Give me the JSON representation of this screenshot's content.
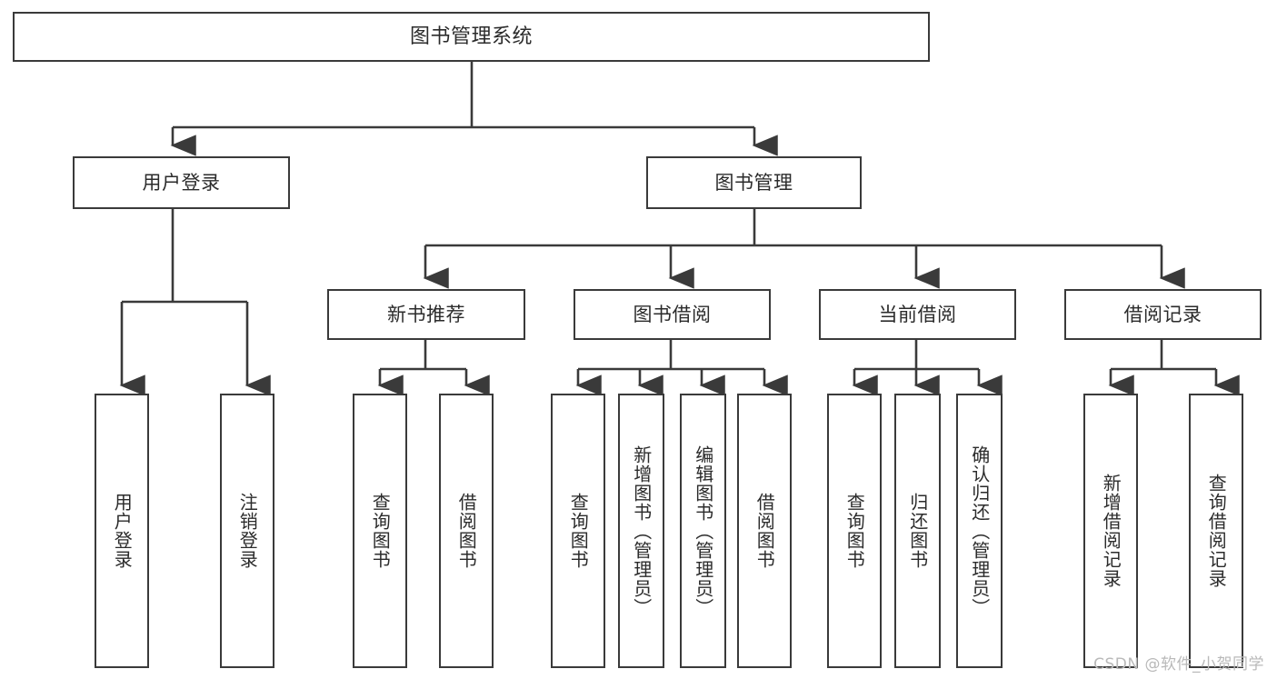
{
  "diagram": {
    "title": "图书管理系统",
    "watermark": "CSDN @软件_小贺同学",
    "colors": {
      "box_border": "#3a3a3a",
      "box_fill": "#ffffff",
      "line": "#3a3a3a",
      "text": "#2b2b2b",
      "watermark": "#b9b9b9",
      "background": "#ffffff"
    },
    "root": {
      "label": "图书管理系统"
    },
    "level2": [
      {
        "label": "用户登录"
      },
      {
        "label": "图书管理"
      }
    ],
    "level3": [
      {
        "label": "新书推荐"
      },
      {
        "label": "图书借阅"
      },
      {
        "label": "当前借阅"
      },
      {
        "label": "借阅记录"
      }
    ],
    "leaves": [
      {
        "label": "用户登录",
        "parent": "用户登录"
      },
      {
        "label": "注销登录",
        "parent": "用户登录"
      },
      {
        "label": "查询图书",
        "parent": "新书推荐"
      },
      {
        "label": "借阅图书",
        "parent": "新书推荐"
      },
      {
        "label": "查询图书",
        "parent": "图书借阅"
      },
      {
        "label": "新增图书（管理员）",
        "parent": "图书借阅"
      },
      {
        "label": "编辑图书（管理员）",
        "parent": "图书借阅"
      },
      {
        "label": "借阅图书",
        "parent": "图书借阅"
      },
      {
        "label": "查询图书",
        "parent": "当前借阅"
      },
      {
        "label": "归还图书",
        "parent": "当前借阅"
      },
      {
        "label": "确认归还（管理员）",
        "parent": "当前借阅"
      },
      {
        "label": "新增借阅记录",
        "parent": "借阅记录"
      },
      {
        "label": "查询借阅记录",
        "parent": "借阅记录"
      }
    ]
  }
}
